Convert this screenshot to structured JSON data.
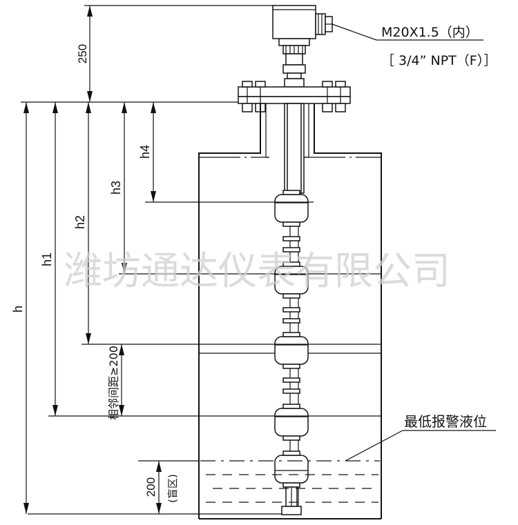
{
  "thread_spec": {
    "line1": "M20X1.5（内）",
    "line2": "［ 3/4” NPT（F）］"
  },
  "dimensions": {
    "d250": "250",
    "h": "h",
    "h1": "h1",
    "h2": "h2",
    "h3": "h3",
    "h4": "h4",
    "spacing": "相邻间距≥200",
    "blind_value": "200",
    "blind_label": "(盲区)"
  },
  "labels": {
    "lowest_alarm": "最低报警液位"
  },
  "watermark": "潍坊通达仪表有限公司"
}
